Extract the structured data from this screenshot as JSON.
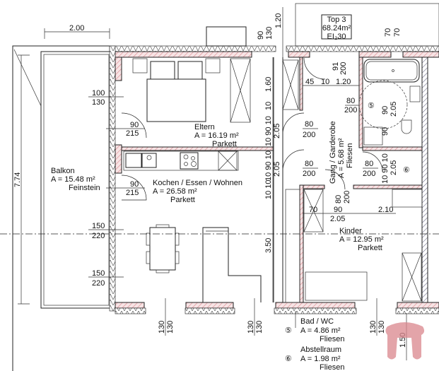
{
  "colors": {
    "wall_hatch": "#d9868c",
    "line": "#222222",
    "watermark": "#d9868c"
  },
  "unit": {
    "label_1": "Top 3",
    "label_2": "68.24m²",
    "label_3": "EI₂30"
  },
  "rooms": {
    "eltern": {
      "name": "Eltern",
      "area": "A =  16.19 m²",
      "floor": "Parkett"
    },
    "balkon": {
      "name": "Balkon",
      "area": "A =  15.48 m²",
      "floor": "Feinstein"
    },
    "kochen": {
      "name": "Kochen / Essen / Wohnen",
      "area": "A =  26.58 m²",
      "floor": "Parkett"
    },
    "gang": {
      "name": "Gang / Garderobe",
      "area": "A = 5.68 m²",
      "floor": "Fliesen"
    },
    "kinder": {
      "name": "Kinder",
      "area": "A =  12.95 m²",
      "floor": "Parkett"
    },
    "bad": {
      "number": "⑤",
      "name": "Bad / WC",
      "area": "A =  4.86 m²",
      "floor": "Fliesen"
    },
    "abstell": {
      "number": "⑥",
      "name": "Abstellraum",
      "area": "A =  1.98 m²",
      "floor": "Fliesen"
    }
  },
  "room_markers": {
    "bad": "⑤",
    "abstell": "⑥"
  },
  "dimensions": {
    "balcony_width": "2.00",
    "balcony_height": "7.74",
    "top_90": "90",
    "top_130": "130",
    "top_120": "1.20",
    "top_70a": "70",
    "top_70b": "70",
    "door_91": "91",
    "door_200a": "200",
    "d45": "45",
    "d10": "10",
    "d120": "1.20",
    "bad_door_w": "80",
    "bad_door_h": "200",
    "bad_90a": "90",
    "bad_205": "2.05",
    "bad_90b": "90",
    "gang_door1_w": "80",
    "gang_door1_h": "200",
    "gang_door2_w": "80",
    "gang_door2_h": "200",
    "abst_door_w": "80",
    "abst_door_h": "200",
    "abst_109010": "10 90 10",
    "abst_205": "2.05",
    "v_160": "1.60",
    "v_10": "10",
    "v_109010a": "10 90 10",
    "v_205a": "2.05",
    "v_109010b": "10 90 10",
    "v_205b": "2.05",
    "v_1010": "10 10",
    "v_350": "3.50",
    "win_100": "100",
    "win_130": "130",
    "door_e_w": "90",
    "door_e_h": "215",
    "door_k_w": "90",
    "door_k_h": "215",
    "win_150a": "150",
    "win_220a": "220",
    "win_150b": "150",
    "win_220b": "220",
    "bot_130a": "130",
    "bot_130b": "130",
    "bot_130c": "130",
    "bot_130d": "130",
    "bot_130e": "130",
    "bot_130f": "130",
    "kinder_door_w": "80",
    "kinder_door_h": "200",
    "k_70": "70",
    "k_90": "90",
    "k_205": "2.05",
    "k_210": "2.10",
    "r_150": "1.50"
  }
}
